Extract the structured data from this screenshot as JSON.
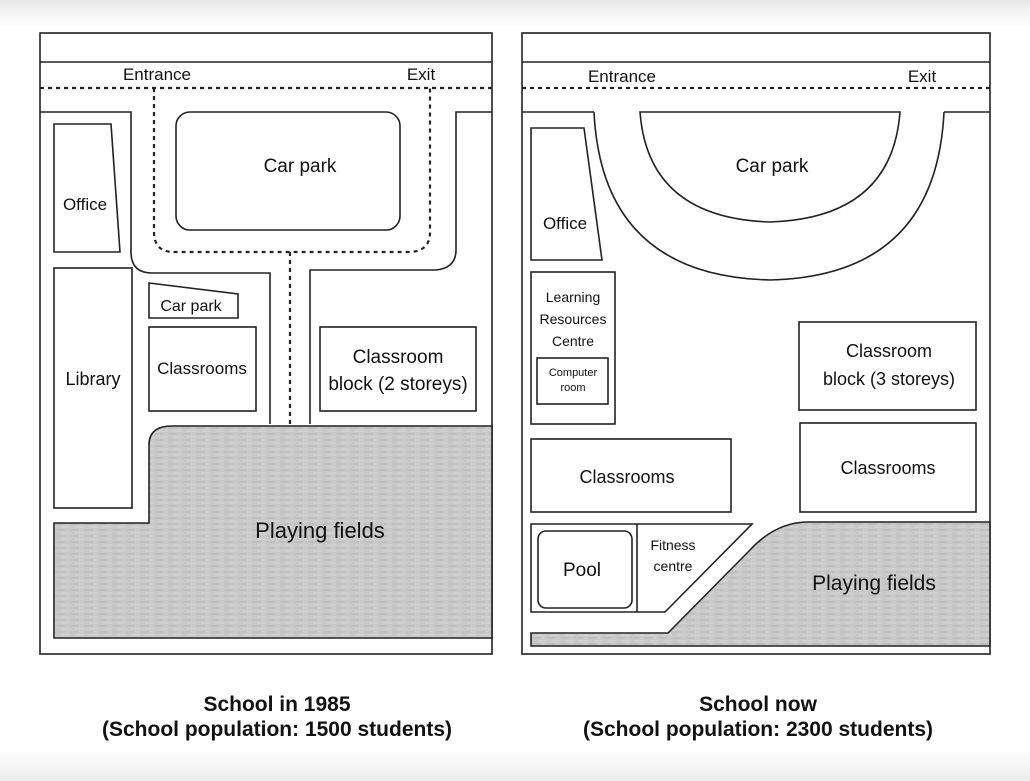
{
  "maps": [
    {
      "id": "1985",
      "labels": {
        "entrance": "Entrance",
        "exit": "Exit",
        "car_park_main": "Car park",
        "office": "Office",
        "car_park_small": "Car park",
        "library": "Library",
        "classrooms": "Classrooms",
        "classroom_block_line1": "Classroom",
        "classroom_block_line2": "block (2 storeys)",
        "playing_fields": "Playing fields"
      },
      "caption": {
        "title": "School in 1985",
        "subtitle": "(School population: 1500 students)"
      }
    },
    {
      "id": "now",
      "labels": {
        "entrance": "Entrance",
        "exit": "Exit",
        "car_park": "Car park",
        "office": "Office",
        "lrc_line1": "Learning",
        "lrc_line2": "Resources",
        "lrc_line3": "Centre",
        "computer_room_line1": "Computer",
        "computer_room_line2": "room",
        "classroom_block_line1": "Classroom",
        "classroom_block_line2": "block (3 storeys)",
        "classrooms_left": "Classrooms",
        "classrooms_right": "Classrooms",
        "pool": "Pool",
        "fitness_line1": "Fitness",
        "fitness_line2": "centre",
        "playing_fields": "Playing fields"
      },
      "caption": {
        "title": "School now",
        "subtitle": "(School population: 2300 students)"
      }
    }
  ]
}
